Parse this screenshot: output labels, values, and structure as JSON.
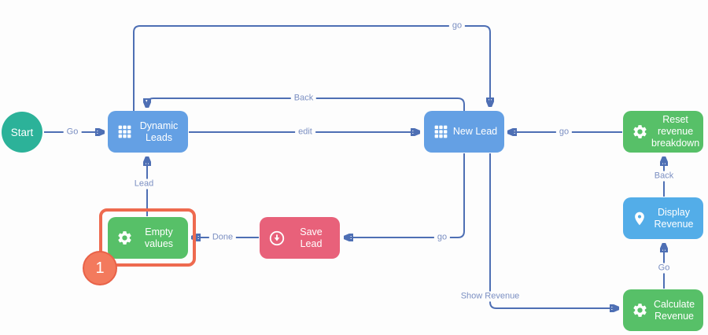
{
  "diagram": {
    "nodes": {
      "start": {
        "label": "Start",
        "color": "#2cb299",
        "icon": null
      },
      "dynamic_leads": {
        "label": "Dynamic Leads",
        "color": "#64a0e4",
        "icon": "grid-icon"
      },
      "new_lead": {
        "label": "New Lead",
        "color": "#64a0e4",
        "icon": "grid-icon"
      },
      "empty_values": {
        "label": "Empty values",
        "color": "#57c068",
        "icon": "gear-icon"
      },
      "save_lead": {
        "label": "Save Lead",
        "color": "#e8617a",
        "icon": "download-icon"
      },
      "reset_revenue": {
        "label": "Reset revenue breakdown",
        "color": "#57c068",
        "icon": "gear-icon"
      },
      "display_revenue": {
        "label": "Display Revenue",
        "color": "#53ade8",
        "icon": "pin-icon"
      },
      "calculate_revenue": {
        "label": "Calculate Revenue",
        "color": "#57c068",
        "icon": "gear-icon"
      }
    },
    "edges": {
      "start_to_dynamic": {
        "label": "Go"
      },
      "dynamic_to_new_edit": {
        "label": "edit"
      },
      "dynamic_to_new_go": {
        "label": "go"
      },
      "new_to_dynamic_back": {
        "label": "Back"
      },
      "reset_to_new_go": {
        "label": "go"
      },
      "new_to_save_go": {
        "label": "go"
      },
      "save_to_empty_done": {
        "label": "Done"
      },
      "empty_to_dynamic_lead": {
        "label": "Lead"
      },
      "new_to_calculate_show": {
        "label": "Show Revenue"
      },
      "calculate_to_display": {
        "label": "Go"
      },
      "display_to_reset": {
        "label": "Back"
      }
    },
    "annotation": {
      "badge_label": "1",
      "highlight_color": "#ee6a4f"
    }
  },
  "colors": {
    "background": "#fdfdfd",
    "connector_line": "#4e6fb4",
    "connector_label": "#7b8fc2",
    "node_text": "#ffffff"
  }
}
